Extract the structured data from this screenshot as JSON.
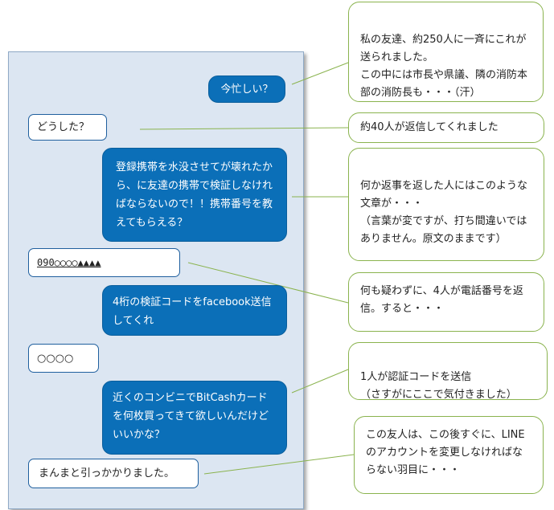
{
  "chat": {
    "msg1": "今忙しい？",
    "msg2": "どうした？",
    "msg3": "登録携帯を水没させてが壊れたから、に友達の携帯で検証しなければならないので！！携帯番号を教えてもらえる？",
    "msg4": "090○○○○▲▲▲▲",
    "msg5": "4桁の検証コードをfacebook送信してくれ",
    "msg6": "○○○○",
    "msg7": "近くのコンビニでBitCashカードを何枚買ってきて欲しいんだけどいいかな？",
    "msg8": "まんまと引っかかりました。"
  },
  "notes": {
    "n1": "私の友達、約250人に一斉にこれが送られました。\nこの中には市長や県議、隣の消防本部の消防長も・・・（汗）",
    "n2": "約40人が返信してくれました",
    "n3": "何か返事を返した人にはこのような文章が・・・\n（言葉が変ですが、打ち間違いではありません。原文のままです）",
    "n4": "何も疑わずに、4人が電話番号を返信。すると・・・",
    "n5": "1人が認証コードを送信\n（さすがにここで気付きました）",
    "n6": "この友人は、この後すぐに、LINEのアカウントを変更しなければならない羽目に・・・"
  },
  "colors": {
    "bubble_blue": "#0b6fb8",
    "panel_bg": "#dce6f2",
    "callout_border": "#8ab34e"
  }
}
